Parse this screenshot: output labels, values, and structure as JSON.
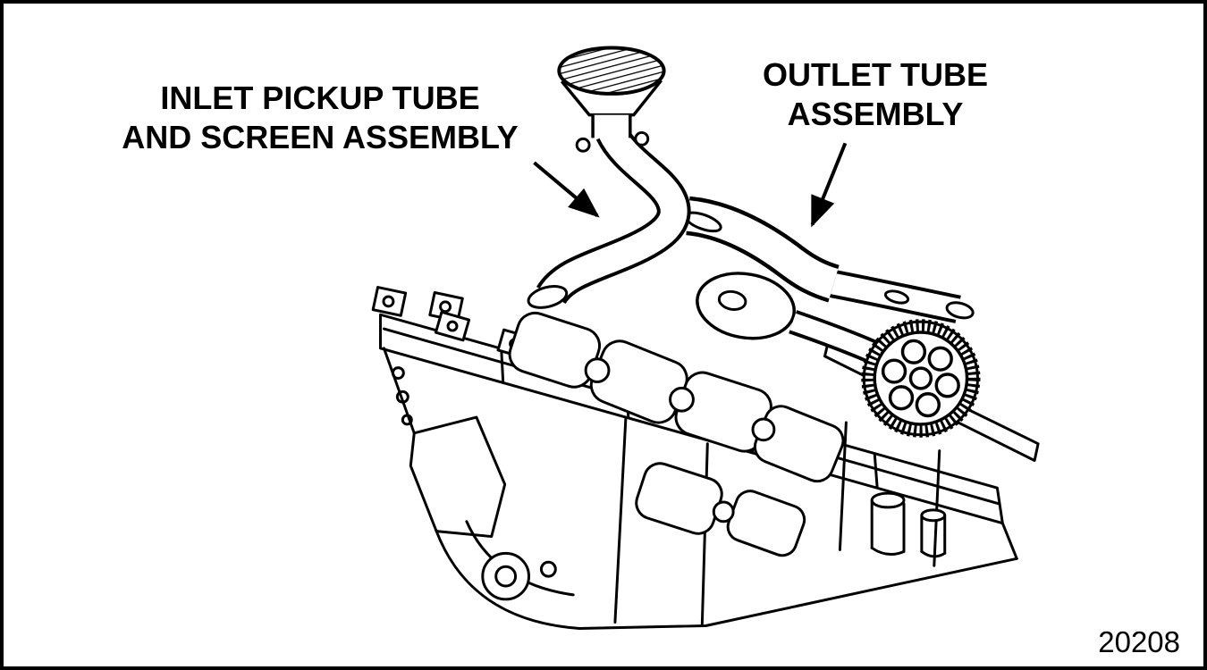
{
  "figure": {
    "background": "#ffffff",
    "line_color": "#000000",
    "labels": {
      "inlet": {
        "line1": "INLET PICKUP TUBE",
        "line2": "AND SCREEN ASSEMBLY"
      },
      "outlet": {
        "line1": "OUTLET TUBE",
        "line2": "ASSEMBLY"
      }
    },
    "figure_number": "20208"
  }
}
